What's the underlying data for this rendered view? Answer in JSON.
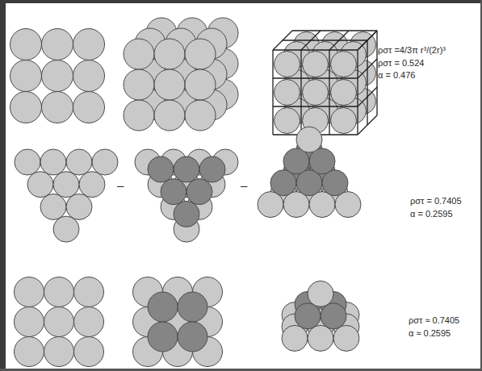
{
  "diagram": {
    "labels": [
      "ρστ =4/3π r³/(2r)³",
      "ρστ = 0.524",
      "α = 0.476",
      "–",
      "–",
      "ρστ = 0.7405",
      "α = 0.2595",
      "ρστ ≈ 0.7405",
      "α ≈ 0.2595"
    ]
  }
}
